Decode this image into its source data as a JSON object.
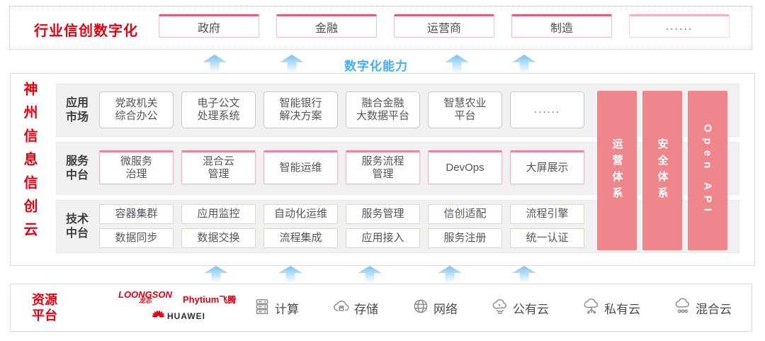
{
  "colors": {
    "brand_red": "#e60012",
    "pillar_salmon": "#ee868c",
    "capability_blue": "#45aef0",
    "band_gray": "#f1f1f1",
    "chip_pink_border": "#ee8497"
  },
  "top": {
    "label": "行业信创数字化",
    "industries": [
      "政府",
      "金融",
      "运营商",
      "制造",
      "......"
    ]
  },
  "capability_label": "数字化能力",
  "main": {
    "title": "神州信息信创云",
    "rows": [
      {
        "label": "应用\n市场",
        "items": [
          "党政机关\n综合办公",
          "电子公文\n处理系统",
          "智能银行\n解决方案",
          "融合金融\n大数据平台",
          "智慧农业\n平台",
          "......"
        ]
      },
      {
        "label": "服务\n中台",
        "items": [
          "微服务\n治理",
          "混合云\n管理",
          "智能运维",
          "服务流程\n管理",
          "DevOps",
          "大屏展示"
        ]
      },
      {
        "label": "技术\n中台",
        "items": [
          "容器集群",
          "应用监控",
          "自动化运维",
          "服务管理",
          "信创适配",
          "流程引擎",
          "数据同步",
          "数据交换",
          "流程集成",
          "应用接入",
          "服务注册",
          "统一认证"
        ]
      }
    ],
    "pillars": [
      "运营体系",
      "安全体系",
      "Open API"
    ]
  },
  "bottom": {
    "label": "资源\n平台",
    "vendors": [
      {
        "name": "LOONGSON",
        "sub": "龙芯"
      },
      {
        "name": "Phytium",
        "sub": "飞腾"
      },
      {
        "name": "HUAWEI"
      }
    ],
    "resources": [
      {
        "icon": "compute-icon",
        "label": "计算"
      },
      {
        "icon": "storage-icon",
        "label": "存储"
      },
      {
        "icon": "network-icon",
        "label": "网络"
      },
      {
        "icon": "public-cloud-icon",
        "label": "公有云"
      },
      {
        "icon": "private-cloud-icon",
        "label": "私有云"
      },
      {
        "icon": "hybrid-cloud-icon",
        "label": "混合云"
      }
    ]
  }
}
